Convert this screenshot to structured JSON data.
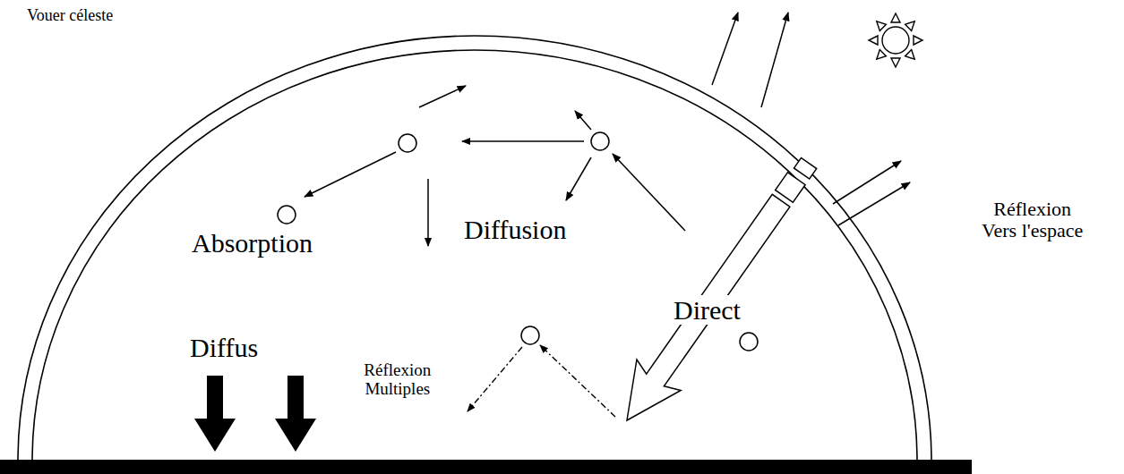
{
  "diagram": {
    "labels": [
      "Vouer céleste",
      "Réflexion Vers l'espace",
      "Absorption",
      "Diffusion",
      "Direct",
      "Diffus",
      "Réflexion Multiples"
    ]
  }
}
